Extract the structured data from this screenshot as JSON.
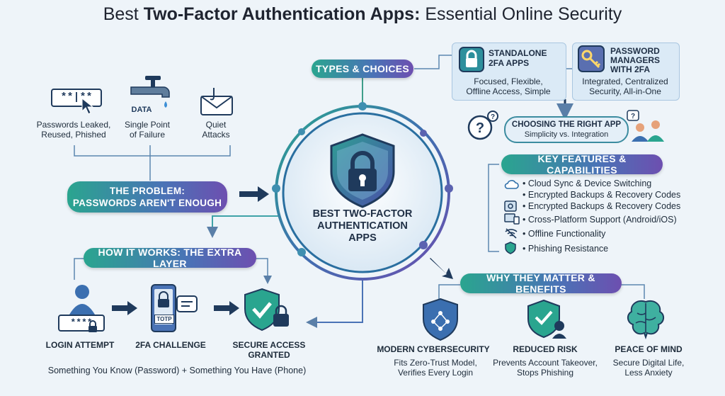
{
  "title": {
    "prefix": "Best ",
    "strong": "Two-Factor Authentication Apps:",
    "suffix": " Essential Online Security"
  },
  "center": {
    "label": "BEST TWO-FACTOR AUTHENTICATION APPS"
  },
  "problem": {
    "heading_line1": "THE PROBLEM:",
    "heading_line2": "PASSWORDS AREN'T ENOUGH",
    "password_mask": "**|**",
    "data_label": "DATA",
    "items": [
      {
        "line1": "Passwords Leaked,",
        "line2": "Reused, Phished"
      },
      {
        "line1": "Single Point",
        "line2": "of Failure"
      },
      {
        "line1": "Quiet",
        "line2": "Attacks"
      }
    ]
  },
  "types": {
    "heading": "TYPES & CHOICES",
    "standalone": {
      "title_line1": "STANDALONE",
      "title_line2": "2FA APPS",
      "desc_line1": "Focused, Flexible,",
      "desc_line2": "Offline Access, Simple"
    },
    "managers": {
      "title_line1": "PASSWORD",
      "title_line2": "MANAGERS",
      "title_line3": "WITH 2FA",
      "desc_line1": "Integrated, Centralized",
      "desc_line2": "Security, All-in-One"
    },
    "choosing": {
      "title": "CHOOSING THE RIGHT APP",
      "subtitle": "Simplicity vs. Integration"
    }
  },
  "features": {
    "heading": "KEY FEATURES & CAPABILITIES",
    "items": [
      {
        "label": "Cloud Sync & Device Switching",
        "icon": "cloud-icon"
      },
      {
        "label": "Encrypted Backups & Recovery Codes",
        "icon": "none"
      },
      {
        "label": "Encrypted Backups & Recovery Codes",
        "icon": "safe-icon"
      },
      {
        "label": "Cross-Platform Support (Android/iOS)",
        "icon": "devices-icon"
      },
      {
        "label": "Offline Functionality",
        "icon": "wifi-off-icon"
      },
      {
        "label": "Phishing Resistance",
        "icon": "shield-icon"
      }
    ]
  },
  "how": {
    "heading": "HOW IT WORKS: THE EXTRA LAYER",
    "password_mask": "****",
    "totp_label": "TOTP",
    "steps": [
      {
        "line1": "LOGIN ATTEMPT",
        "line2": ""
      },
      {
        "line1": "2FA CHALLENGE",
        "line2": ""
      },
      {
        "line1": "SECURE ACCESS",
        "line2": "GRANTED"
      }
    ],
    "footer": "Something You Know (Password) + Something You Have (Phone)"
  },
  "why": {
    "heading": "WHY THEY MATTER & BENEFITS",
    "items": [
      {
        "title": "MODERN CYBERSECURITY",
        "line1": "Fits Zero-Trust Model,",
        "line2": "Verifies Every Login"
      },
      {
        "title": "REDUCED RISK",
        "line1": "Prevents Account Takeover,",
        "line2": "Stops Phishing"
      },
      {
        "title": "PEACE OF MIND",
        "line1": "Secure Digital Life,",
        "line2": "Less Anxiety"
      }
    ]
  },
  "colors": {
    "teal": "#2aa58f",
    "blue": "#4a73b6",
    "purple": "#6d4fb0",
    "navy": "#1f3a5c"
  }
}
